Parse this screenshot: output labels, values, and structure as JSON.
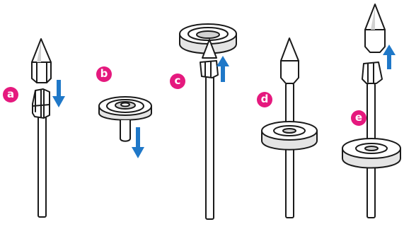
{
  "steps": [
    {
      "label": "a"
    },
    {
      "label": "b"
    },
    {
      "label": "c"
    },
    {
      "label": "d"
    },
    {
      "label": "e"
    }
  ],
  "colors": {
    "label_badge": "#e5197e",
    "arrow": "#1f78c8",
    "outline": "#1a1a1a",
    "part_fill": "#ffffff",
    "shade": "#d2d2d2"
  }
}
